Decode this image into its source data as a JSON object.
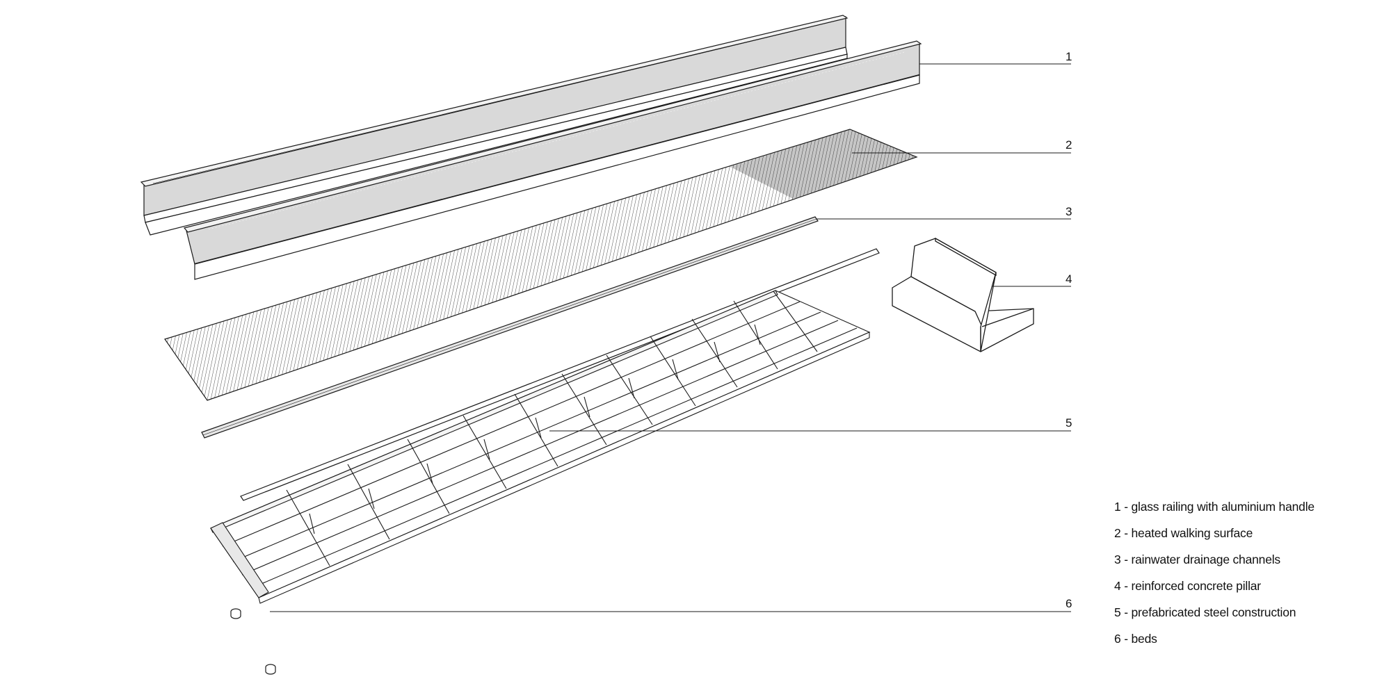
{
  "callouts": [
    {
      "number": "1"
    },
    {
      "number": "2"
    },
    {
      "number": "3"
    },
    {
      "number": "4"
    },
    {
      "number": "5"
    },
    {
      "number": "6"
    }
  ],
  "legend": [
    {
      "number": "1",
      "sep": " - ",
      "text": "glass railing with aluminium handle"
    },
    {
      "number": "2",
      "sep": " - ",
      "text": "heated walking surface"
    },
    {
      "number": "3",
      "sep": " - ",
      "text": "rainwater drainage channels"
    },
    {
      "number": "4",
      "sep": " - ",
      "text": "reinforced concrete pillar"
    },
    {
      "number": "5",
      "sep": " - ",
      "text": "prefabricated steel construction"
    },
    {
      "number": "6",
      "sep": " - ",
      "text": "beds"
    }
  ],
  "colors": {
    "line": "#1a1a1a",
    "glass_fill": "#d9d9d9",
    "background": "#ffffff"
  }
}
